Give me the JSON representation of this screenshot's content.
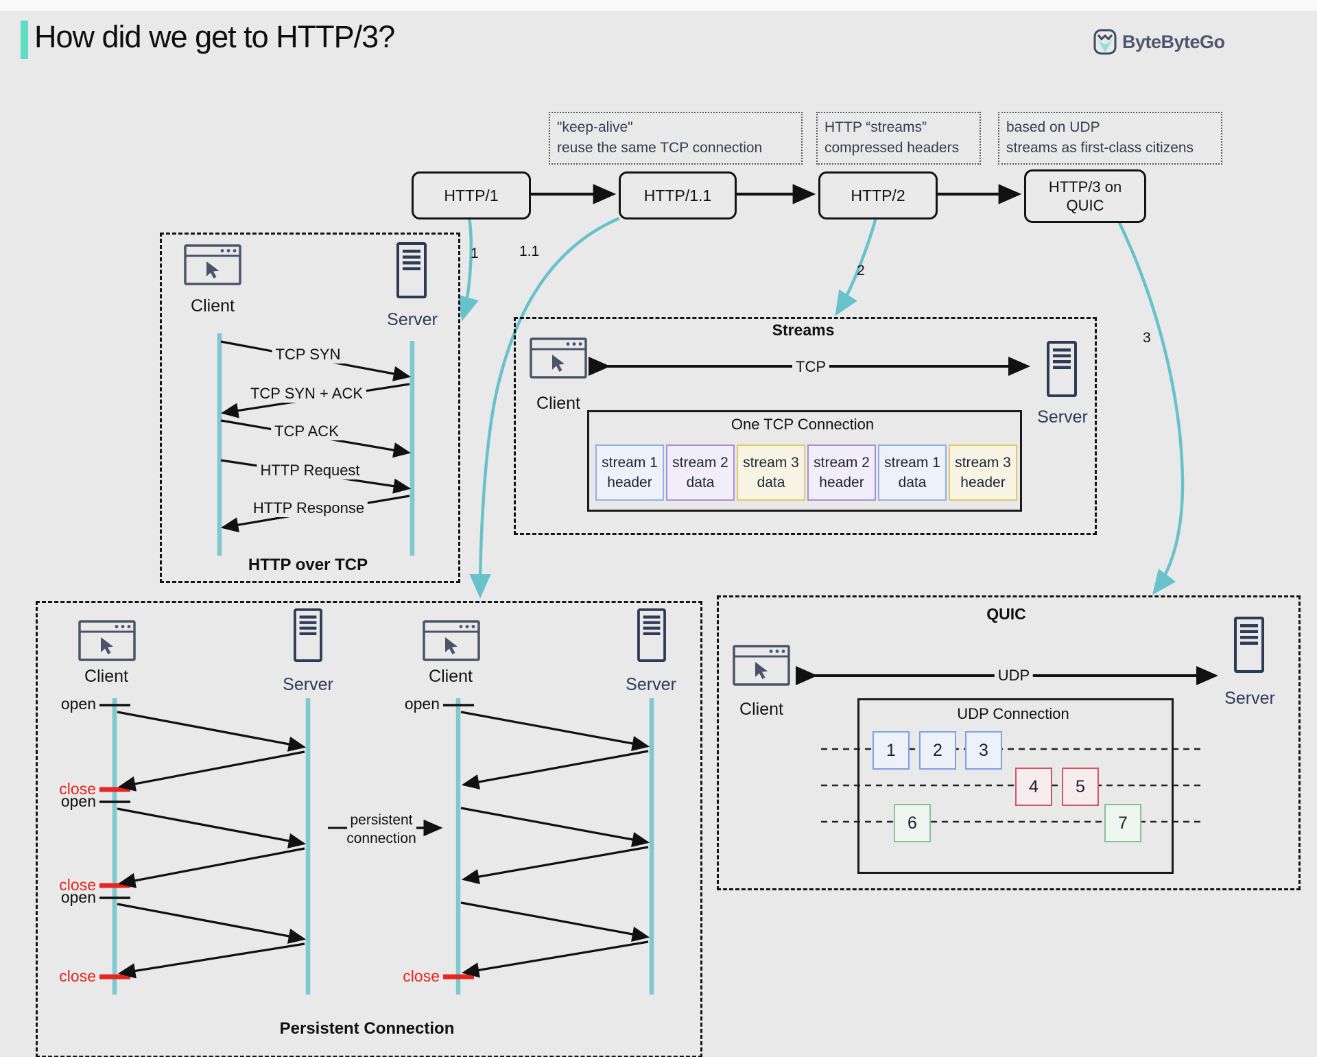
{
  "header": {
    "title": "How did we get to HTTP/3?",
    "brand": "ByteByteGo"
  },
  "annotations": [
    {
      "line1": "\"keep-alive\"",
      "line2": "reuse the same TCP connection"
    },
    {
      "line1": "HTTP “streams”",
      "line2": "compressed headers"
    },
    {
      "line1": "based on UDP",
      "line2": "streams as first-class citizens"
    }
  ],
  "timeline": {
    "node1": "HTTP/1",
    "node2": "HTTP/1.1",
    "node3": "HTTP/2",
    "node4_line1": "HTTP/3 on",
    "node4_line2": "QUIC",
    "branch1": "1",
    "branch2": "1.1",
    "branch3": "2",
    "branch4": "3"
  },
  "http_over_tcp": {
    "caption": "HTTP over TCP",
    "client": "Client",
    "server": "Server",
    "msg1": "TCP SYN",
    "msg2": "TCP SYN + ACK",
    "msg3": "TCP ACK",
    "msg4": "HTTP Request",
    "msg5": "HTTP Response"
  },
  "streams": {
    "title": "Streams",
    "client": "Client",
    "server": "Server",
    "transport": "TCP",
    "connection": "One TCP Connection",
    "segments": [
      {
        "line1": "stream 1",
        "line2": "header",
        "color": "#8fb1ea"
      },
      {
        "line1": "stream 2",
        "line2": "data",
        "color": "#a98fd6"
      },
      {
        "line1": "stream 3",
        "line2": "data",
        "color": "#e2c964"
      },
      {
        "line1": "stream 2",
        "line2": "header",
        "color": "#a98fd6"
      },
      {
        "line1": "stream 1",
        "line2": "data",
        "color": "#8fb1ea"
      },
      {
        "line1": "stream 3",
        "line2": "header",
        "color": "#e2c964"
      }
    ]
  },
  "persistent": {
    "caption": "Persistent Connection",
    "client": "Client",
    "server": "Server",
    "open": "open",
    "close": "close",
    "callout_line1": "persistent",
    "callout_line2": "connection"
  },
  "quic": {
    "title": "QUIC",
    "client": "Client",
    "server": "Server",
    "transport": "UDP",
    "connection": "UDP Connection",
    "packets": [
      {
        "n": "1"
      },
      {
        "n": "2"
      },
      {
        "n": "3"
      },
      {
        "n": "4"
      },
      {
        "n": "5"
      },
      {
        "n": "6"
      },
      {
        "n": "7"
      }
    ]
  },
  "colors": {
    "accent_teal": "#5eddc5",
    "line_teal": "#68c2cb",
    "lifeline_teal": "#7fc8cf",
    "close_red": "#e8251f",
    "navy": "#2e3b55",
    "stream1_blue": "#8fb1ea",
    "stream2_purple": "#a98fd6",
    "stream3_yellow": "#e2c964",
    "packet_blue": "#7ba2e4",
    "packet_red": "#cf5468",
    "packet_green": "#86c295"
  }
}
